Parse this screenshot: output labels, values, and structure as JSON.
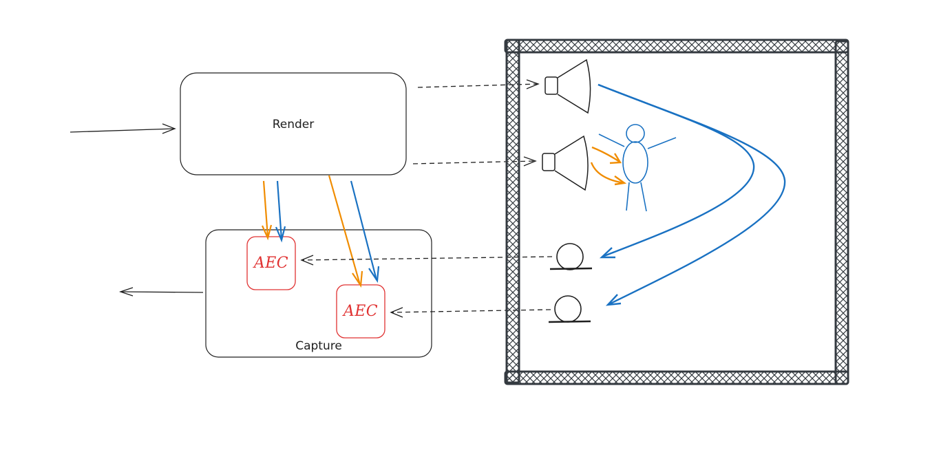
{
  "diagram": {
    "nodes": {
      "render": {
        "label": "Render"
      },
      "capture": {
        "label": "Capture"
      },
      "aec_1": {
        "label": "AEC"
      },
      "aec_2": {
        "label": "AEC"
      }
    },
    "room": {
      "speakers": [
        "speaker-1",
        "speaker-2"
      ],
      "microphones": [
        "microphone-1",
        "microphone-2"
      ],
      "listener": "person"
    },
    "edges": [
      {
        "from": "input",
        "to": "render",
        "style": "solid"
      },
      {
        "from": "capture",
        "to": "output",
        "style": "solid"
      },
      {
        "from": "render",
        "to": "speaker-1",
        "style": "dashed"
      },
      {
        "from": "render",
        "to": "speaker-2",
        "style": "dashed"
      },
      {
        "from": "microphone-1",
        "to": "aec_1",
        "style": "dashed"
      },
      {
        "from": "microphone-2",
        "to": "aec_2",
        "style": "dashed"
      },
      {
        "from": "render",
        "to": "aec_1",
        "style": "reference",
        "color": "orange"
      },
      {
        "from": "render",
        "to": "aec_1",
        "style": "reference",
        "color": "blue"
      },
      {
        "from": "render",
        "to": "aec_2",
        "style": "reference",
        "color": "orange"
      },
      {
        "from": "render",
        "to": "aec_2",
        "style": "reference",
        "color": "blue"
      },
      {
        "from": "speaker-1",
        "to": "microphone-1",
        "style": "echo-path",
        "color": "blue"
      },
      {
        "from": "speaker-1",
        "to": "microphone-2",
        "style": "echo-path",
        "color": "blue"
      },
      {
        "from": "speaker-2",
        "to": "person",
        "style": "direct",
        "color": "orange"
      }
    ],
    "colors": {
      "stroke": "#1e1e1e",
      "aec": "#e03131",
      "orange": "#f08c00",
      "blue": "#1971c2",
      "wall": "#343a40"
    }
  }
}
